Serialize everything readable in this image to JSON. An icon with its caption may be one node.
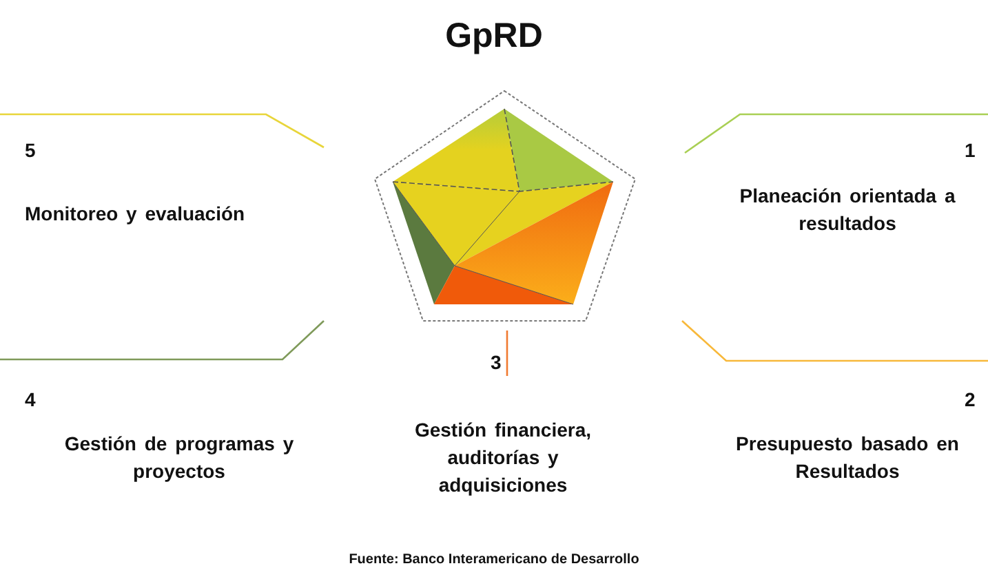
{
  "diagram": {
    "title": "GpRD",
    "nodes": [
      {
        "text": [
          "1",
          "Planeación orientada a resultados"
        ]
      },
      {
        "text": [
          "2",
          "Presupuesto basado en Resultados"
        ]
      },
      {
        "text": [
          "3",
          "Gestión financiera, auditorías y adquisiciones"
        ]
      },
      {
        "text": [
          "4",
          "Gestión de programas y proyectos"
        ]
      },
      {
        "text": [
          "5",
          "Monitoreo y evaluación"
        ]
      }
    ],
    "caption": "Fuente: Banco Interamericano de Desarrollo"
  }
}
